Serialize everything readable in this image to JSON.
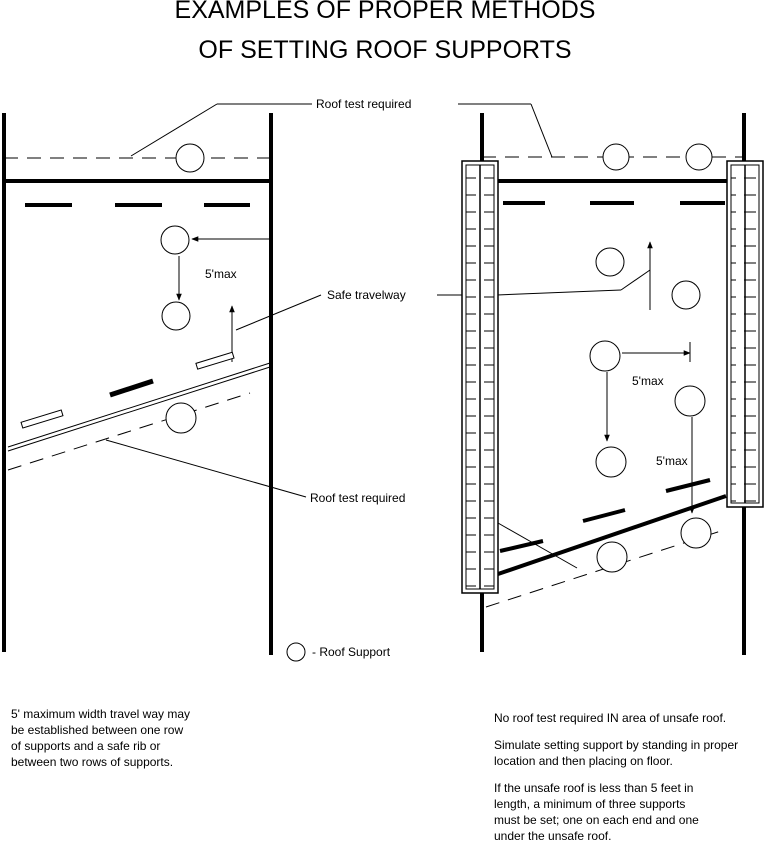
{
  "title": {
    "line1": "EXAMPLES OF PROPER METHODS",
    "line2": "OF SETTING ROOF SUPPORTS"
  },
  "left_diagram": {
    "callout_top": "Roof test required",
    "dimension_label": "5'max",
    "callout_center": "Safe  travelway",
    "callout_bottom": "Roof test required",
    "legend_label": "- Roof Support"
  },
  "right_diagram": {
    "dimension_label_1": "5'max",
    "dimension_label_2": "5'max"
  },
  "notes": {
    "left": [
      "5' maximum width travel way may",
      "be established between one row",
      "of supports and a safe rib or",
      "between two rows of supports."
    ],
    "right_1": "No roof test required IN area of unsafe roof.",
    "right_2": [
      "Simulate setting support by standing in proper",
      "location and then placing on floor."
    ],
    "right_3": [
      "If the unsafe roof is less than 5 feet in",
      "length, a minimum of three supports",
      "must be set; one on each end and one",
      "under the unsafe roof."
    ]
  }
}
